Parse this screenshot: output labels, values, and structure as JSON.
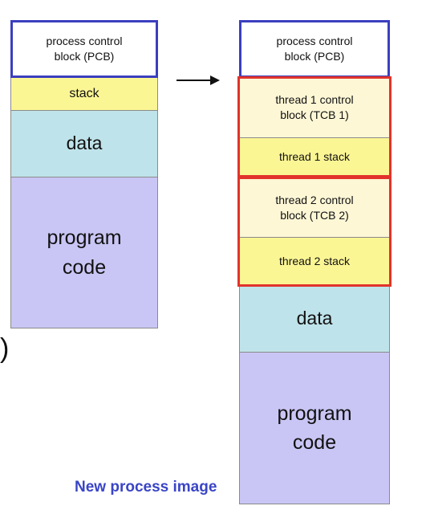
{
  "left_stack": {
    "pcb": "process control\nblock (PCB)",
    "stack": "stack",
    "data": "data",
    "code": "program\ncode"
  },
  "right_stack": {
    "pcb": "process control\nblock (PCB)",
    "tcb1": "thread 1 control\nblock (TCB 1)",
    "thread1_stack": "thread 1 stack",
    "tcb2": "thread 2 control\nblock (TCB 2)",
    "thread2_stack": "thread 2 stack",
    "data": "data",
    "code": "program\ncode"
  },
  "partial_char": ")",
  "caption": "New process image",
  "colors": {
    "pcb_border": "#3b3fbf",
    "thread_group_border": "#e1332b",
    "stack_fill": "#fbf694",
    "data_fill": "#bfe3ea",
    "code_fill": "#c9c6f5",
    "caption": "#3a45c6"
  }
}
